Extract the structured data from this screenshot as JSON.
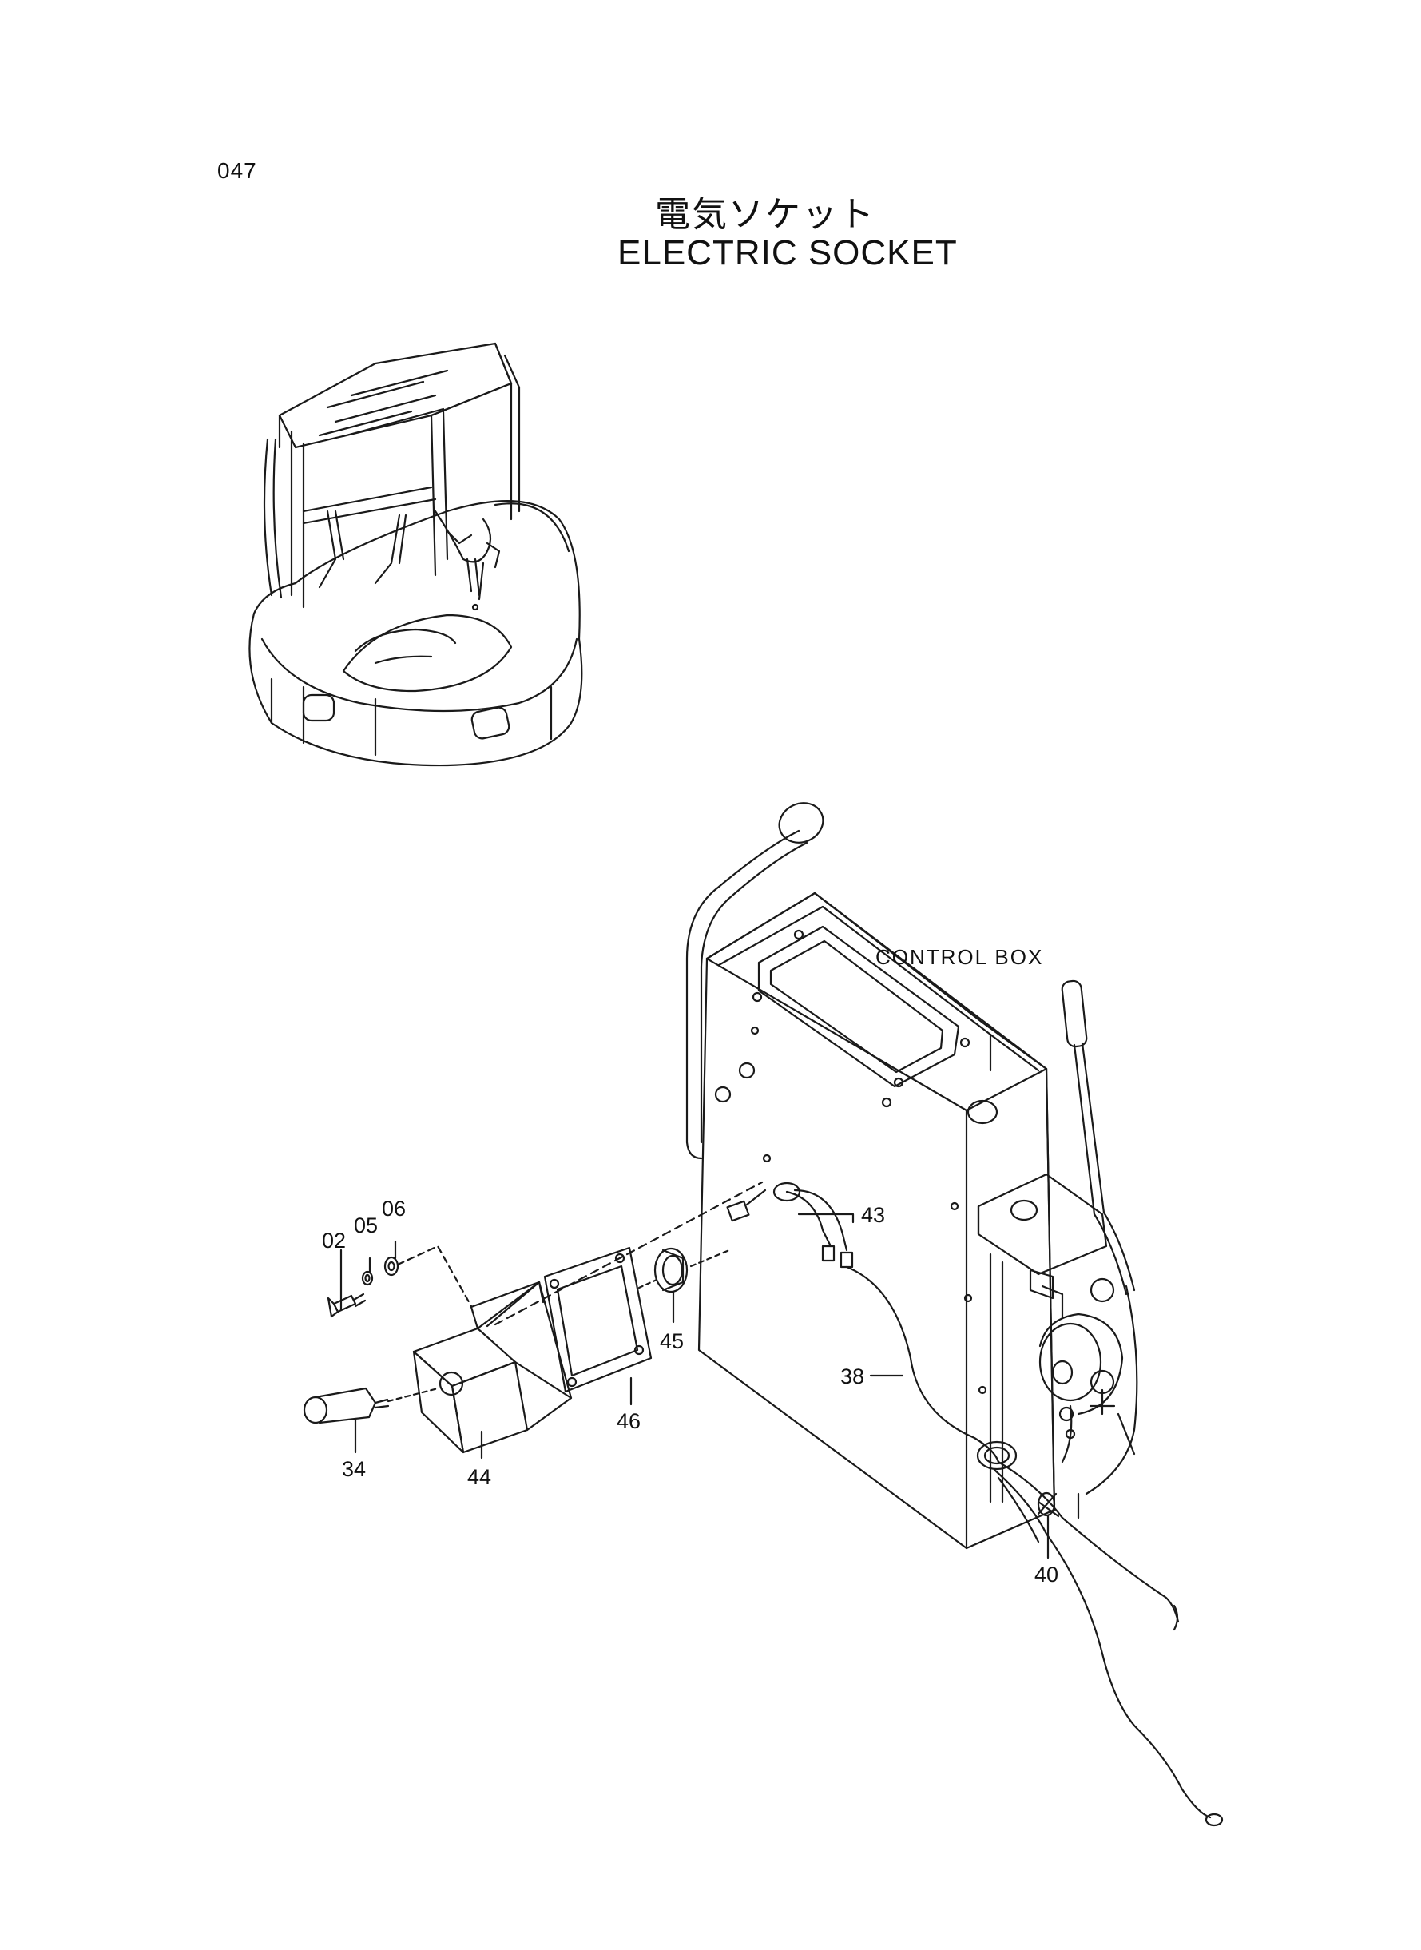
{
  "page": {
    "number": "047"
  },
  "title": {
    "japanese": "電気ソケット",
    "english": "ELECTRIC SOCKET"
  },
  "labels": {
    "control_box": "CONTROL BOX"
  },
  "callouts": {
    "p02": "02",
    "p05": "05",
    "p06": "06",
    "p34": "34",
    "p44": "44",
    "p46": "46",
    "p45": "45",
    "p43": "43",
    "p38": "38",
    "p40": "40"
  },
  "colors": {
    "line": "#1a1a1a",
    "background": "#ffffff"
  }
}
